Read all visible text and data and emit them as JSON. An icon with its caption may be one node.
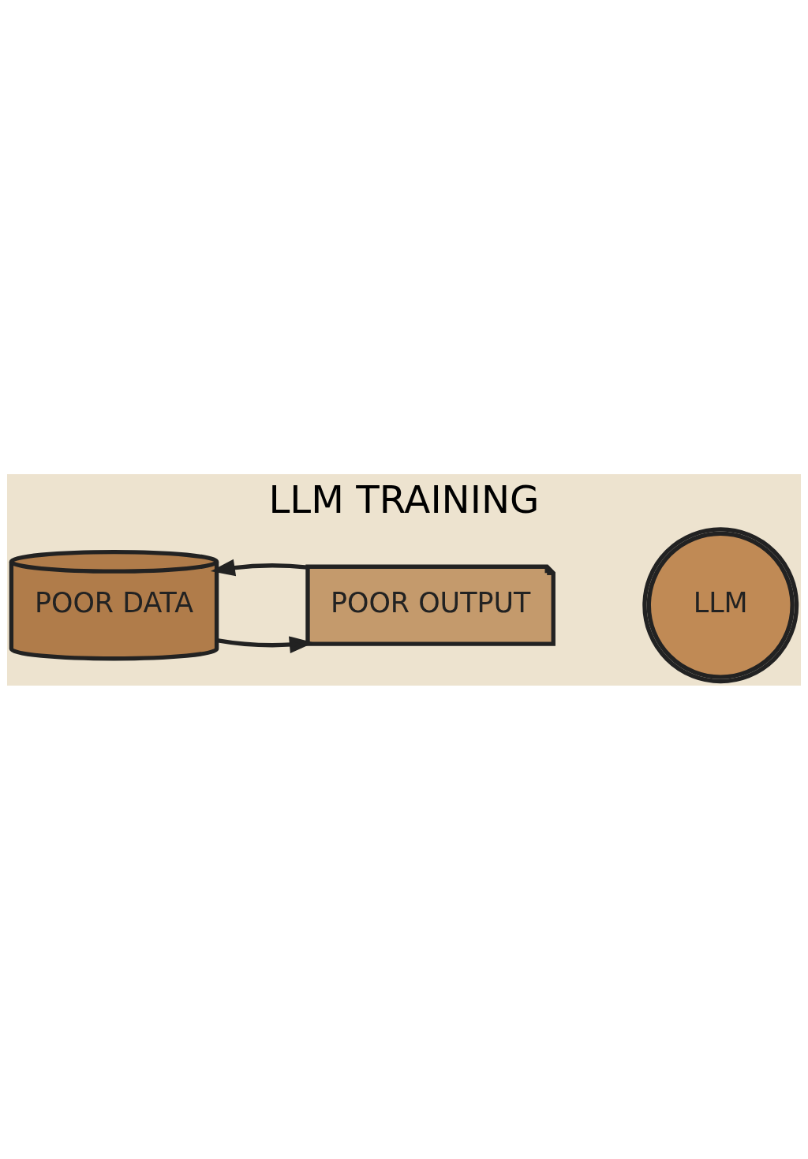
{
  "diagram": {
    "title": "LLM TRAINING",
    "nodes": [
      {
        "text": [
          "POOR DATA"
        ]
      },
      {
        "text": [
          "LLM"
        ]
      },
      {
        "text": [
          "POOR OUTPUT"
        ]
      }
    ],
    "edges": [
      {
        "from": 0,
        "to": 2,
        "arrow": "to"
      },
      {
        "from": 2,
        "to": 0,
        "arrow": "to"
      }
    ]
  }
}
